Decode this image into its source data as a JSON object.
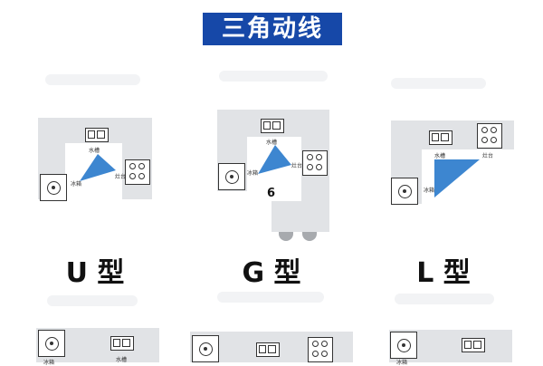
{
  "title": "三角动线",
  "layouts": [
    {
      "type_label": "U 型",
      "sink_label": "水槽",
      "fridge_label": "冰箱",
      "stove_label": "灶台"
    },
    {
      "type_label": "G 型",
      "sink_label": "水槽",
      "fridge_label": "冰箱",
      "stove_label": "灶台",
      "marker": "6"
    },
    {
      "type_label": "L 型",
      "sink_label": "水槽",
      "fridge_label": "冰箱",
      "stove_label": "灶台"
    }
  ],
  "bottom_row": {
    "sink_label": "水槽",
    "fridge_label": "冰箱"
  },
  "colors": {
    "title_bg": "#1648a8",
    "triangle": "#3d86d0",
    "counter": "#e1e3e6"
  }
}
